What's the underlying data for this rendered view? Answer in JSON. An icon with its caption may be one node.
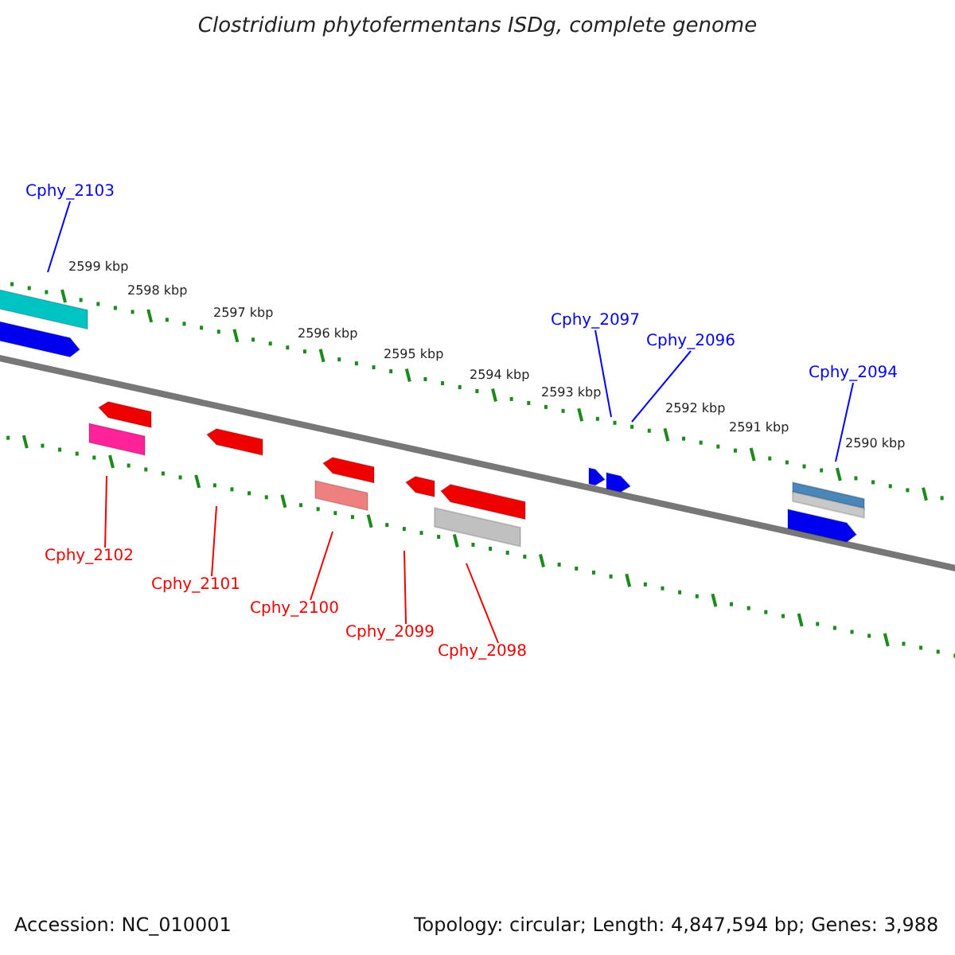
{
  "diagram": {
    "title": "Clostridium phytofermentans ISDg, complete genome",
    "nodes": [
      {
        "text": [
          "Cphy_2103"
        ]
      },
      {
        "text": [
          "Cphy_2097"
        ]
      },
      {
        "text": [
          "Cphy_2096"
        ]
      },
      {
        "text": [
          "Cphy_2094"
        ]
      },
      {
        "text": [
          "Cphy_2102"
        ]
      },
      {
        "text": [
          "Cphy_2101"
        ]
      },
      {
        "text": [
          "Cphy_2100"
        ]
      },
      {
        "text": [
          "Cphy_2099"
        ]
      },
      {
        "text": [
          "Cphy_2098"
        ]
      }
    ],
    "edges": [
      {
        "from": 0,
        "to": null,
        "arrow": "none",
        "color": "#0000ff"
      },
      {
        "from": 1,
        "to": null,
        "arrow": "none",
        "color": "#0000ff"
      },
      {
        "from": 2,
        "to": null,
        "arrow": "none",
        "color": "#0000ff"
      },
      {
        "from": 3,
        "to": null,
        "arrow": "none",
        "color": "#0000ff"
      },
      {
        "from": 4,
        "to": null,
        "arrow": "none"
      },
      {
        "from": 5,
        "to": null,
        "arrow": "none"
      },
      {
        "from": 6,
        "to": null,
        "arrow": "none"
      },
      {
        "from": 7,
        "to": null,
        "arrow": "none"
      },
      {
        "from": 8,
        "to": null,
        "arrow": "none"
      }
    ],
    "labels": [
      "2599 kbp",
      "2598 kbp",
      "2597 kbp",
      "2596 kbp",
      "2595 kbp",
      "2594 kbp",
      "2593 kbp",
      "2592 kbp",
      "2591 kbp",
      "2590 kbp",
      "Accession: NC_010001",
      "Topology: circular; Length: 4,847,594 bp; Genes: 3,988"
    ]
  }
}
